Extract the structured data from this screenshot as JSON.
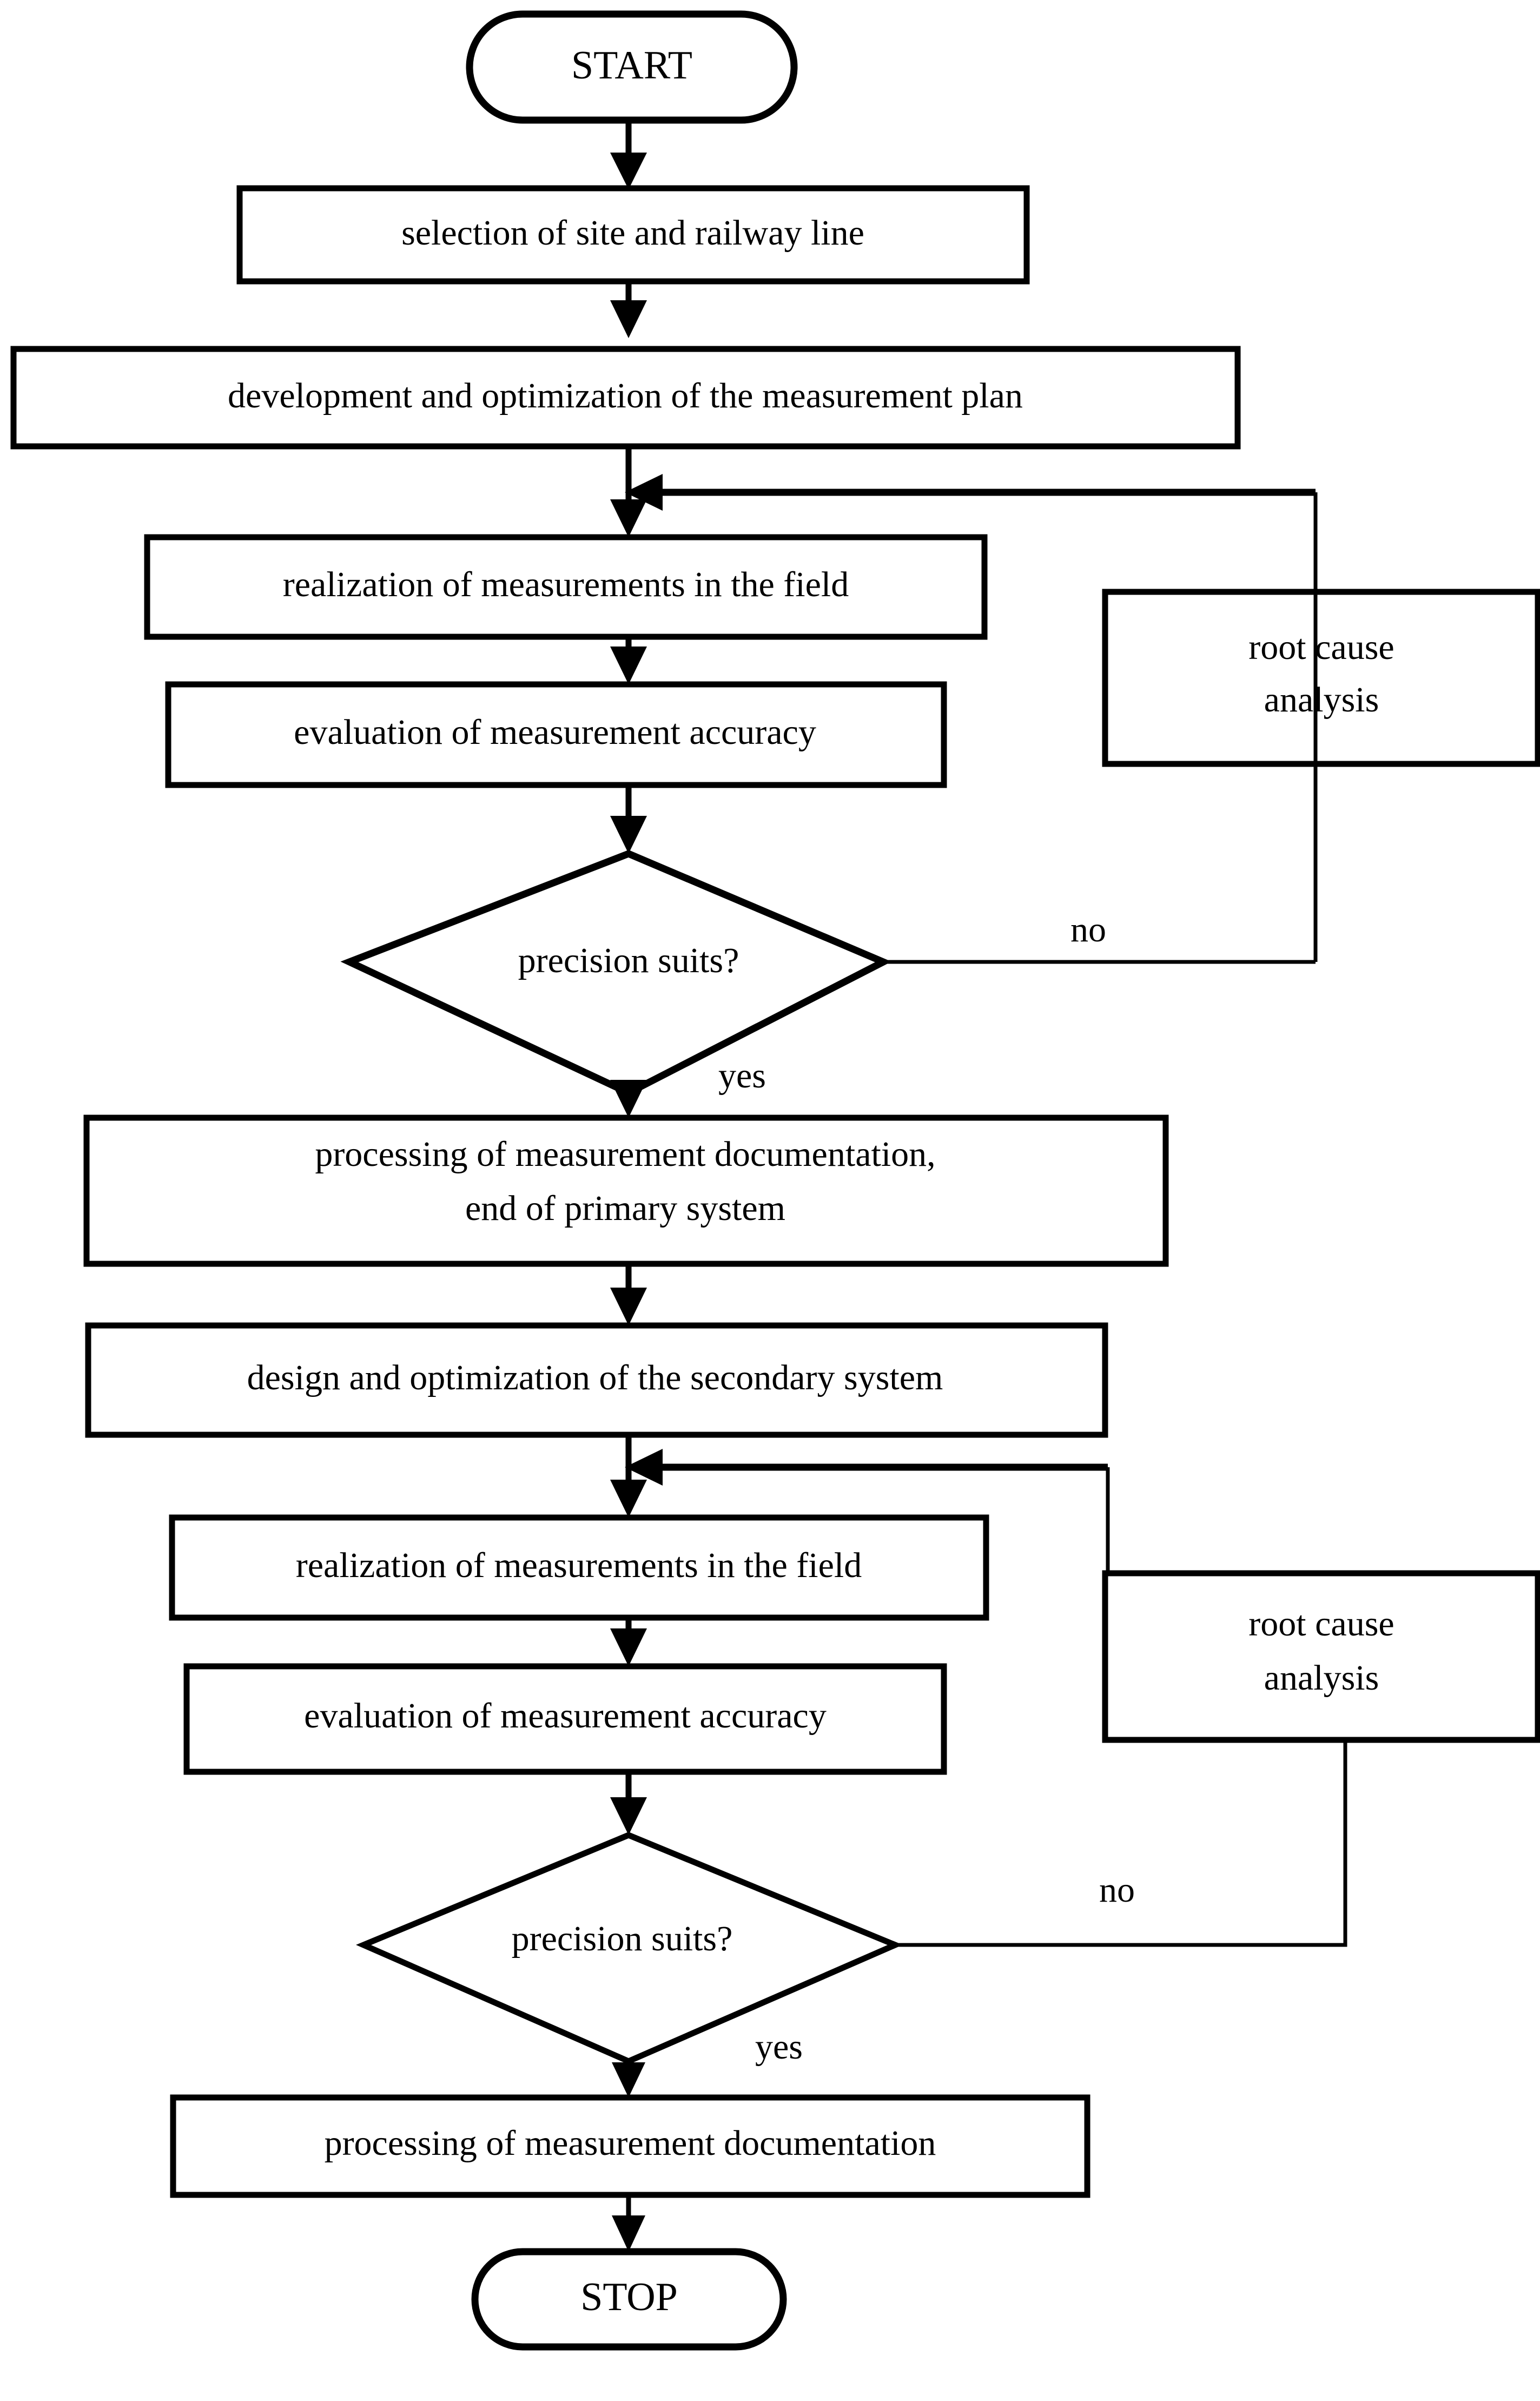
{
  "diagram": {
    "type": "flowchart",
    "orientation": "top-to-bottom",
    "background_color": "#ffffff",
    "line_color": "#000000",
    "text_color": "#000000"
  },
  "nodes": {
    "start": {
      "label": "START",
      "shape": "terminator"
    },
    "site_selection": {
      "label": "selection of site and railway line",
      "shape": "process"
    },
    "plan_development": {
      "label": "development and optimization of the measurement plan",
      "shape": "process"
    },
    "measurements_1": {
      "label": "realization of measurements in the field",
      "shape": "process"
    },
    "accuracy_1": {
      "label": "evaluation of measurement accuracy",
      "shape": "process"
    },
    "decision_1": {
      "label": "precision suits?",
      "shape": "decision"
    },
    "root_cause_1": {
      "label_line1": "root cause",
      "label_line2": "analysis",
      "shape": "process"
    },
    "documentation_primary": {
      "label_line1": "processing of measurement documentation,",
      "label_line2": "end of primary system",
      "shape": "process"
    },
    "secondary_design": {
      "label": "design and optimization of the secondary system",
      "shape": "process"
    },
    "measurements_2": {
      "label": "realization of measurements in the field",
      "shape": "process"
    },
    "accuracy_2": {
      "label": "evaluation of measurement accuracy",
      "shape": "process"
    },
    "decision_2": {
      "label": "precision suits?",
      "shape": "decision"
    },
    "root_cause_2": {
      "label_line1": "root cause",
      "label_line2": "analysis",
      "shape": "process"
    },
    "documentation_final": {
      "label": "processing of measurement documentation",
      "shape": "process"
    },
    "stop": {
      "label": "STOP",
      "shape": "terminator"
    }
  },
  "edge_labels": {
    "no_1": "no",
    "yes_1": "yes",
    "no_2": "no",
    "yes_2": "yes"
  }
}
